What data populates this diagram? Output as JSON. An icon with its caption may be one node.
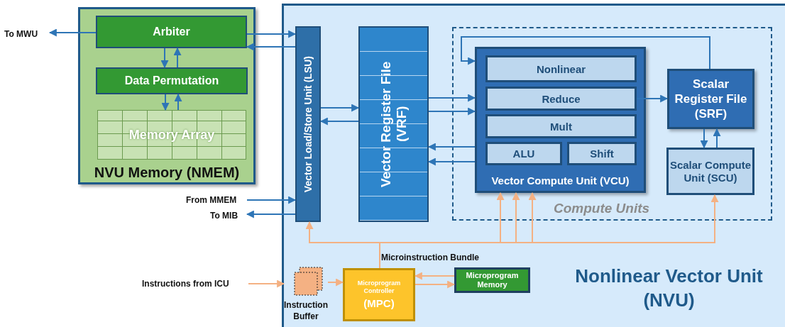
{
  "diagram": {
    "nodes": [
      {
        "text": [
          "NVU Memory (NMEM)"
        ]
      },
      {
        "text": [
          "Arbiter"
        ],
        "in": 0
      },
      {
        "text": [
          "Data Permutation"
        ],
        "in": 0
      },
      {
        "text": [
          "Memory Array"
        ],
        "in": 0
      },
      {
        "text": [
          "Nonlinear Vector Unit (NVU)"
        ]
      },
      {
        "text": [
          "Vector Load/Store Unit (LSU)"
        ],
        "in": 4
      },
      {
        "text": [
          "Vector Register File (VRF)"
        ],
        "in": 4
      },
      {
        "text": [
          "Compute Units"
        ],
        "in": 4
      },
      {
        "text": [
          "Vector Compute Unit (VCU)"
        ],
        "in": 7
      },
      {
        "text": [
          "Nonlinear"
        ],
        "in": 8
      },
      {
        "text": [
          "Reduce"
        ],
        "in": 8
      },
      {
        "text": [
          "Mult"
        ],
        "in": 8
      },
      {
        "text": [
          "ALU"
        ],
        "in": 8
      },
      {
        "text": [
          "Shift"
        ],
        "in": 8
      },
      {
        "text": [
          "Scalar Register File (SRF)"
        ],
        "in": 7
      },
      {
        "text": [
          "Scalar Compute Unit (SCU)"
        ],
        "in": 7
      },
      {
        "text": [
          "Instruction Buffer"
        ],
        "in": 4
      },
      {
        "text": [
          "Microprogram Controller",
          "(MPC)"
        ],
        "in": 4
      },
      {
        "text": [
          "Microprogram Memory"
        ],
        "in": 4
      },
      {
        "text": [
          "To MWU"
        ]
      },
      {
        "text": [
          "From MMEM"
        ]
      },
      {
        "text": [
          "To MIB"
        ]
      },
      {
        "text": [
          "Instructions from ICU"
        ]
      }
    ],
    "edges": [
      {
        "from": 1,
        "to": 19,
        "arrow": "to"
      },
      {
        "from": 1,
        "to": 5,
        "arrow": "to"
      },
      {
        "from": 5,
        "to": 1,
        "arrow": "to"
      },
      {
        "from": 1,
        "to": 2,
        "arrow": "to"
      },
      {
        "from": 2,
        "to": 1,
        "arrow": "to"
      },
      {
        "from": 2,
        "to": 3,
        "arrow": "to"
      },
      {
        "from": 3,
        "to": 2,
        "arrow": "to"
      },
      {
        "from": 20,
        "to": 5,
        "arrow": "to"
      },
      {
        "from": 5,
        "to": 21,
        "arrow": "to"
      },
      {
        "from": 5,
        "to": 6,
        "arrow": "to"
      },
      {
        "from": 6,
        "to": 5,
        "arrow": "to"
      },
      {
        "from": 6,
        "to": 8,
        "arrow": "to"
      },
      {
        "from": 6,
        "to": 8,
        "arrow": "to"
      },
      {
        "from": 8,
        "to": 6,
        "arrow": "to"
      },
      {
        "from": 8,
        "to": 6,
        "arrow": "to"
      },
      {
        "from": 10,
        "to": 14,
        "arrow": "to"
      },
      {
        "from": 14,
        "to": 8,
        "arrow": "to"
      },
      {
        "from": 14,
        "to": 15,
        "arrow": "to"
      },
      {
        "from": 15,
        "to": 14,
        "arrow": "to"
      },
      {
        "from": 22,
        "to": 16,
        "arrow": "to",
        "color": "#f4b183"
      },
      {
        "from": 16,
        "to": 17,
        "arrow": "to",
        "color": "#f4b183"
      },
      {
        "from": 18,
        "to": 17,
        "arrow": "to",
        "color": "#f4b183"
      },
      {
        "from": 17,
        "to": 18,
        "arrow": "to",
        "color": "#f4b183"
      },
      {
        "from": 17,
        "to": 5,
        "arrow": "to",
        "color": "#f4b183"
      },
      {
        "from": 17,
        "to": 8,
        "arrow": "to",
        "color": "#f4b183"
      },
      {
        "from": 17,
        "to": 8,
        "arrow": "to",
        "color": "#f4b183"
      },
      {
        "from": 17,
        "to": 8,
        "arrow": "to",
        "color": "#f4b183"
      },
      {
        "from": 17,
        "to": 15,
        "arrow": "to",
        "color": "#f4b183"
      }
    ],
    "labels": [
      "Microinstruction Bundle"
    ]
  }
}
